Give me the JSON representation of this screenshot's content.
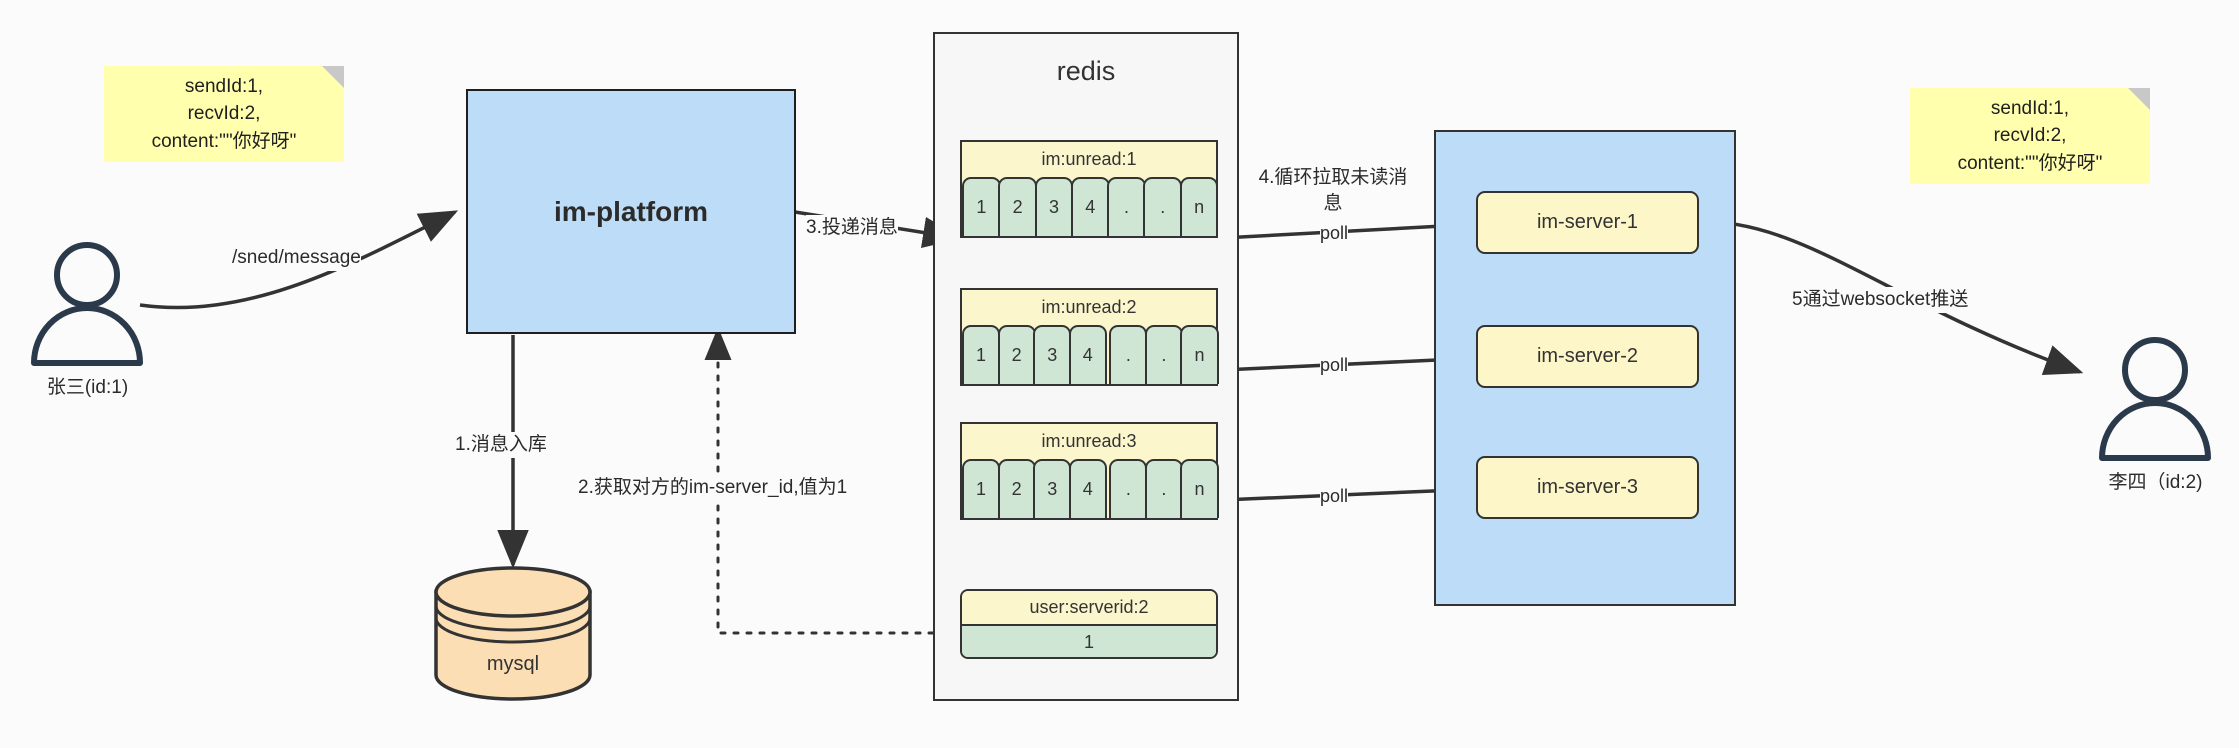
{
  "diagram": {
    "title": "IM message delivery architecture",
    "colors": {
      "background": "#fbfbfb",
      "note_yellow": "#ffffad",
      "box_blue": "#bddcf7",
      "queue_header_yellow": "#fcf6cd",
      "queue_cell_green": "#cfe6d4",
      "server_yellow": "#fdf6c8",
      "db_orange": "#fcdeb4",
      "stroke": "#333333"
    }
  },
  "notes": {
    "left": "sendId:1,\nrecvId:2,\ncontent:\"\"你好呀\"",
    "right": "sendId:1,\nrecvId:2,\ncontent:\"\"你好呀\""
  },
  "actors": {
    "sender": {
      "caption": "张三(id:1)",
      "icon": "user-icon"
    },
    "receiver": {
      "caption": "李四（id:2)",
      "icon": "user-icon"
    }
  },
  "platform": {
    "label": "im-platform"
  },
  "database": {
    "label": "mysql",
    "icon": "database-cylinder-icon"
  },
  "redis": {
    "label": "redis",
    "queues": [
      {
        "key": "im:unread:1",
        "cells": [
          "1",
          "2",
          "3",
          "4",
          ".",
          ".",
          "n"
        ],
        "gap_after": 4
      },
      {
        "key": "im:unread:2",
        "cells": [
          "1",
          "2",
          "3",
          "4",
          ".",
          ".",
          "n"
        ],
        "gap_after": 4
      },
      {
        "key": "im:unread:3",
        "cells": [
          "1",
          "2",
          "3",
          "4",
          ".",
          ".",
          "n"
        ],
        "gap_after": 4
      }
    ],
    "kv": {
      "key": "user:serverid:2",
      "value": "1"
    }
  },
  "servers": {
    "items": [
      {
        "label": "im-server-1"
      },
      {
        "label": "im-server-2"
      },
      {
        "label": "im-server-3"
      }
    ]
  },
  "edges": {
    "send_message": "/sned/message",
    "step1": "1.消息入库",
    "step2": "2.获取对方的im-server_id,值为1",
    "step3": "3.投递消息",
    "step4": "4.循环拉取未读消\n息",
    "step5": "5通过websocket推送",
    "poll1": "poll",
    "poll2": "poll",
    "poll3": "poll"
  }
}
